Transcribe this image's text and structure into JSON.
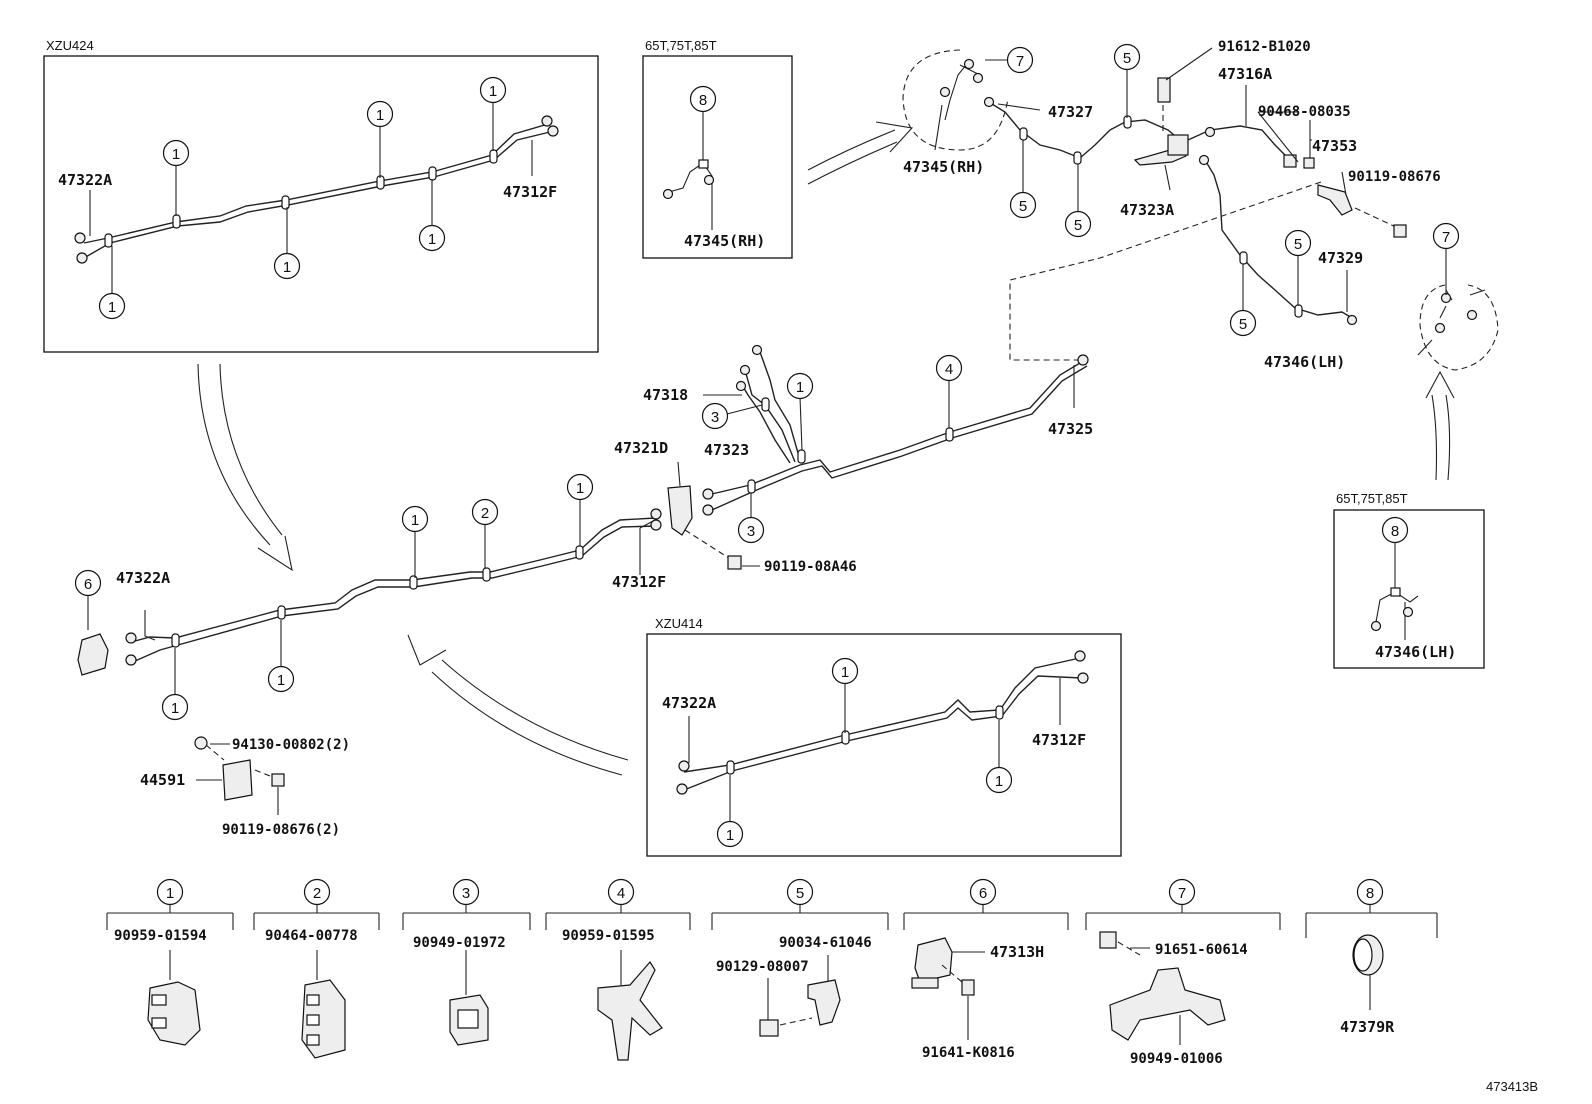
{
  "frames": {
    "xzu424": "XZU424",
    "t65_top": "65T,75T,85T",
    "t65_right": "65T,75T,85T",
    "xzu414": "XZU414"
  },
  "labels": {
    "p47322A_a": "47322A",
    "p47312F_a": "47312F",
    "p47345RH_box": "47345(RH)",
    "p47345RH": "47345(RH)",
    "p47327": "47327",
    "p91612": "91612-B1020",
    "p47316A": "47316A",
    "p90468": "90468-08035",
    "p47353": "47353",
    "p90119_08676": "90119-08676",
    "p47323A": "47323A",
    "p47329": "47329",
    "p47346LH": "47346(LH)",
    "p47318": "47318",
    "p47321D": "47321D",
    "p47323": "47323",
    "p47325": "47325",
    "p47312F_b": "47312F",
    "p90119_08A46": "90119-08A46",
    "p47322A_b": "47322A",
    "p94130": "94130-00802(2)",
    "p44591": "44591",
    "p90119_08676_2": "90119-08676(2)",
    "p47322A_c": "47322A",
    "p47312F_c": "47312F",
    "p47346LH_box": "47346(LH)",
    "diagram_id": "473413B"
  },
  "legend": [
    {
      "num": "1",
      "part": "90959-01594"
    },
    {
      "num": "2",
      "part": "90464-00778"
    },
    {
      "num": "3",
      "part": "90949-01972"
    },
    {
      "num": "4",
      "part": "90959-01595"
    },
    {
      "num": "5",
      "part": "90034-61046",
      "part2": "90129-08007"
    },
    {
      "num": "6",
      "part": "47313H",
      "part2": "91641-K0816"
    },
    {
      "num": "7",
      "part": "91651-60614",
      "part2": "90949-01006"
    },
    {
      "num": "8",
      "part": "47379R"
    }
  ],
  "callouts": {
    "one": "1",
    "two": "2",
    "three": "3",
    "four": "4",
    "five": "5",
    "six": "6",
    "seven": "7",
    "eight": "8"
  }
}
